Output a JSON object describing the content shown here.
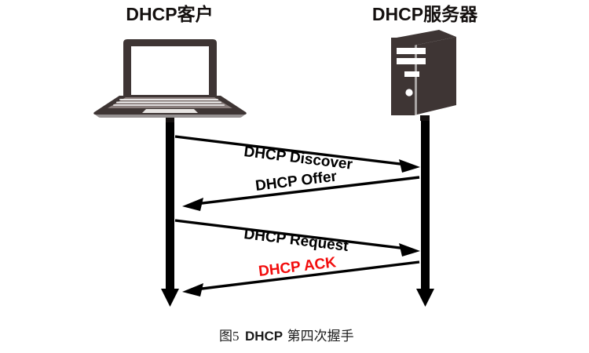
{
  "figure": {
    "caption_index": "图5",
    "caption_ascii": "DHCP",
    "caption_tail": "第四次握手",
    "background_color": "#ffffff"
  },
  "actors": [
    {
      "id": "client",
      "label": "DHCP客户",
      "icon": "laptop-icon",
      "lifeline_color": "#000000",
      "device_color": "#3e3534"
    },
    {
      "id": "server",
      "label": "DHCP服务器",
      "icon": "server-tower-icon",
      "lifeline_color": "#000000",
      "device_color": "#3e3534"
    }
  ],
  "messages": [
    {
      "index": 1,
      "label": "DHCP Discover",
      "from": "client",
      "to": "server",
      "direction": "right",
      "color": "#000000"
    },
    {
      "index": 2,
      "label": "DHCP Offer",
      "from": "server",
      "to": "client",
      "direction": "left",
      "color": "#000000"
    },
    {
      "index": 3,
      "label": "DHCP Request",
      "from": "client",
      "to": "server",
      "direction": "right",
      "color": "#000000"
    },
    {
      "index": 4,
      "label": "DHCP ACK",
      "from": "server",
      "to": "client",
      "direction": "left",
      "color": "#f20d0d"
    }
  ]
}
